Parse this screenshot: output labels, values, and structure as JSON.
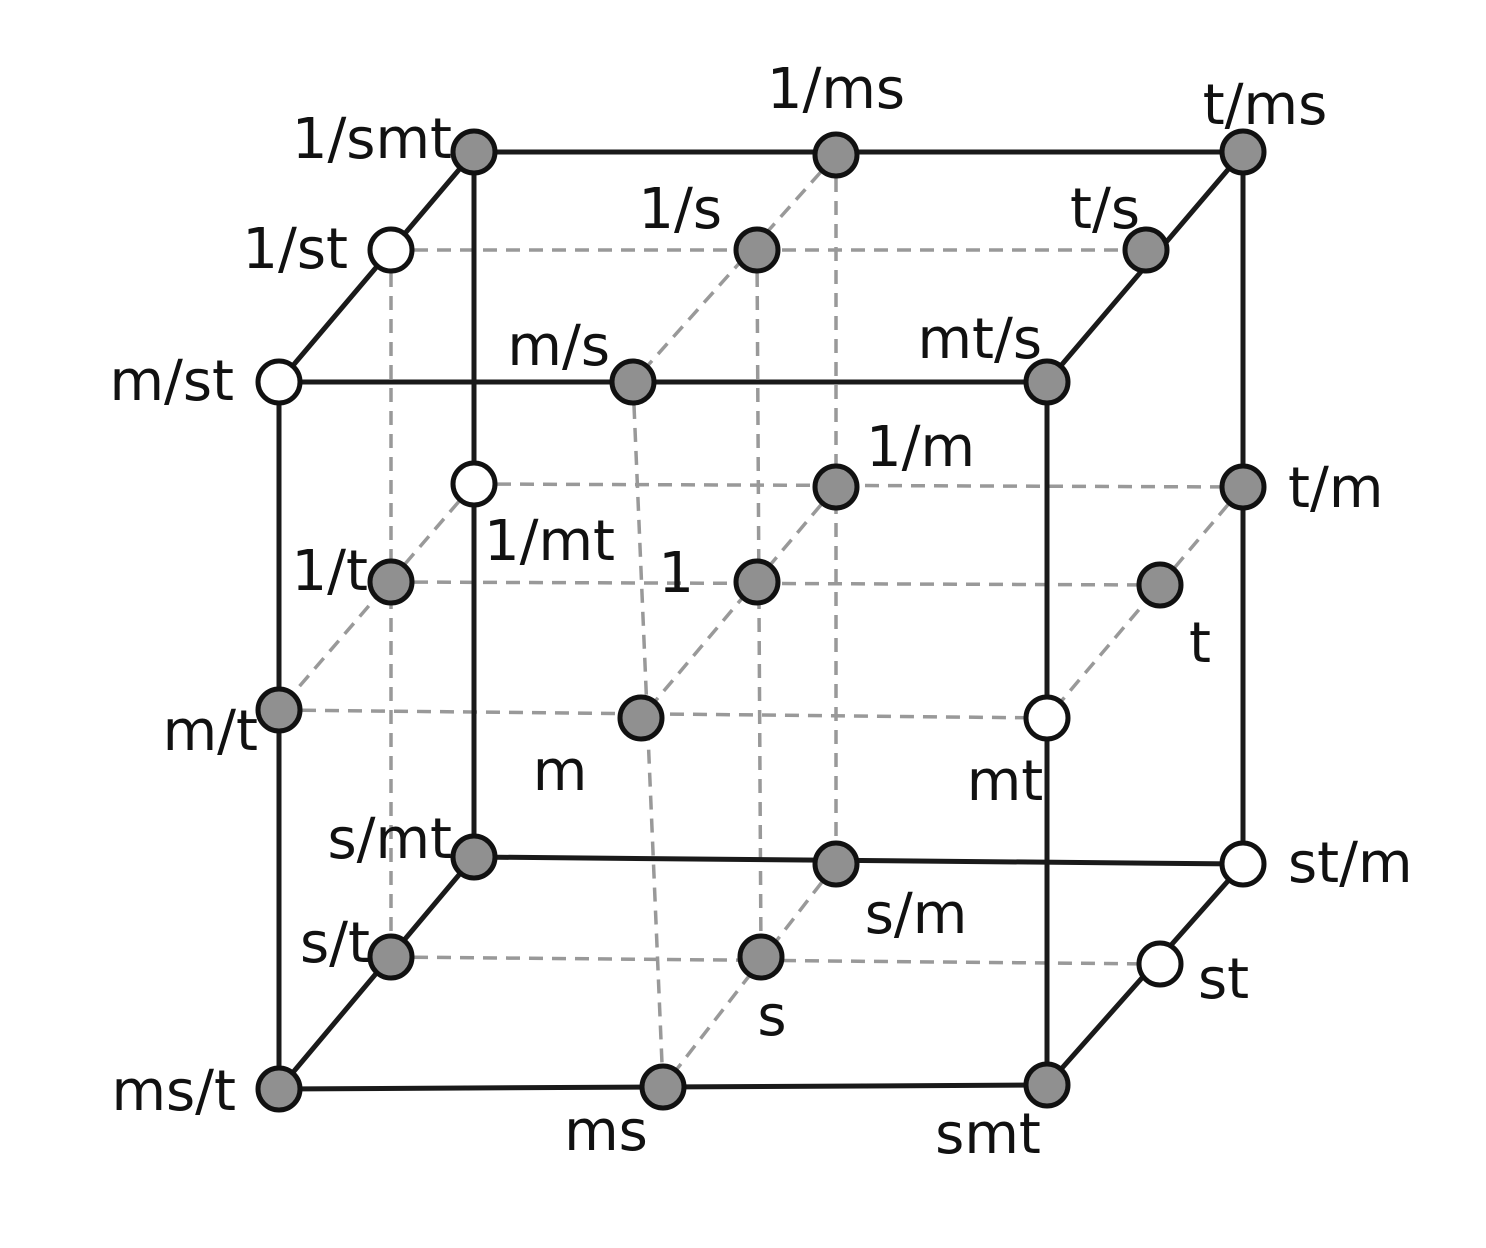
{
  "colors": {
    "filled": "#909090",
    "open": "#ffffff"
  },
  "nodes": [
    {
      "id": "1/smt",
      "label": "1/smt",
      "filled": true
    },
    {
      "id": "1/ms",
      "label": "1/ms",
      "filled": true
    },
    {
      "id": "t/ms",
      "label": "t/ms",
      "filled": true
    },
    {
      "id": "1/st",
      "label": "1/st",
      "filled": false
    },
    {
      "id": "1/s",
      "label": "1/s",
      "filled": true
    },
    {
      "id": "t/s",
      "label": "t/s",
      "filled": true
    },
    {
      "id": "m/st",
      "label": "m/st",
      "filled": false
    },
    {
      "id": "m/s",
      "label": "m/s",
      "filled": true
    },
    {
      "id": "mt/s",
      "label": "mt/s",
      "filled": true
    },
    {
      "id": "1/mt",
      "label": "1/mt",
      "filled": false
    },
    {
      "id": "1/m",
      "label": "1/m",
      "filled": true
    },
    {
      "id": "t/m",
      "label": "t/m",
      "filled": true
    },
    {
      "id": "1/t",
      "label": "1/t",
      "filled": true
    },
    {
      "id": "1",
      "label": "1",
      "filled": true
    },
    {
      "id": "t",
      "label": "t",
      "filled": true
    },
    {
      "id": "m/t",
      "label": "m/t",
      "filled": true
    },
    {
      "id": "m",
      "label": "m",
      "filled": true
    },
    {
      "id": "mt",
      "label": "mt",
      "filled": false
    },
    {
      "id": "s/mt",
      "label": "s/mt",
      "filled": true
    },
    {
      "id": "s/m",
      "label": "s/m",
      "filled": true
    },
    {
      "id": "st/m",
      "label": "st/m",
      "filled": false
    },
    {
      "id": "s/t",
      "label": "s/t",
      "filled": true
    },
    {
      "id": "s",
      "label": "s",
      "filled": true
    },
    {
      "id": "st",
      "label": "st",
      "filled": false
    },
    {
      "id": "ms/t",
      "label": "ms/t",
      "filled": true
    },
    {
      "id": "ms",
      "label": "ms",
      "filled": true
    },
    {
      "id": "smt",
      "label": "smt",
      "filled": true
    }
  ]
}
